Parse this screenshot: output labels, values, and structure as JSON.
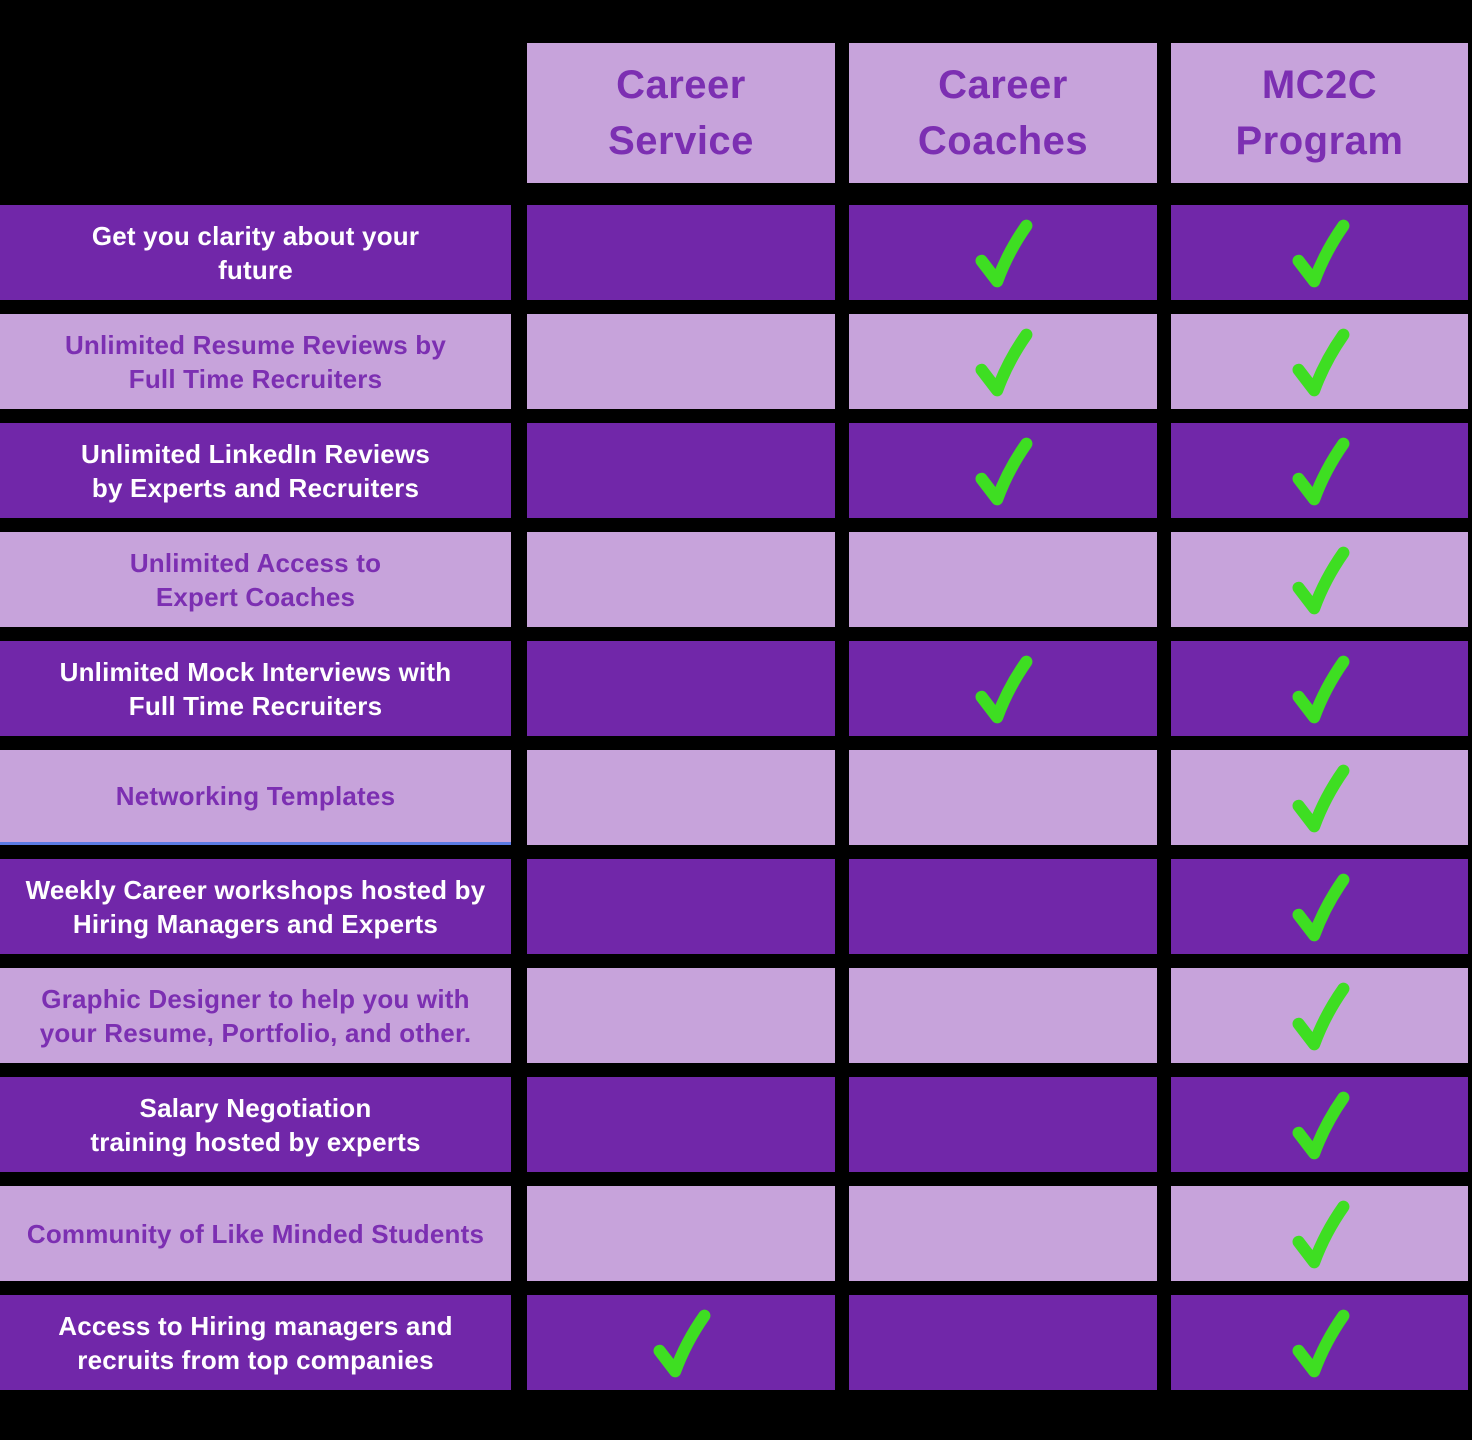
{
  "colors": {
    "page_bg": "#000000",
    "row_dark": "#7127A9",
    "row_light": "#C7A3DB",
    "header_bg": "#C7A3DB",
    "header_text": "#7C2FB2",
    "text_on_dark": "#FFFFFF",
    "check_green": "#3EDE22",
    "underline_blue": "#5B7BE3"
  },
  "chart_data": {
    "type": "table",
    "title": "",
    "legend": "green check = feature included",
    "columns": [
      {
        "id": "career-service",
        "title": "Career\nService"
      },
      {
        "id": "career-coaches",
        "title": "Career\nCoaches"
      },
      {
        "id": "mc2c-program",
        "title": "MC2C\nProgram"
      }
    ],
    "rows": [
      {
        "label": "Get you clarity about your\nfuture",
        "checks": [
          false,
          true,
          true
        ]
      },
      {
        "label": "Unlimited Resume Reviews by\nFull Time Recruiters",
        "checks": [
          false,
          true,
          true
        ]
      },
      {
        "label": "Unlimited LinkedIn Reviews\nby Experts and Recruiters",
        "checks": [
          false,
          true,
          true
        ]
      },
      {
        "label": "Unlimited Access to\nExpert Coaches",
        "checks": [
          false,
          false,
          true
        ]
      },
      {
        "label": "Unlimited Mock Interviews with\nFull Time Recruiters",
        "checks": [
          false,
          true,
          true
        ]
      },
      {
        "label": "Networking Templates",
        "checks": [
          false,
          false,
          true
        ],
        "underline": true
      },
      {
        "label": "Weekly Career workshops hosted by\nHiring Managers and Experts",
        "checks": [
          false,
          false,
          true
        ]
      },
      {
        "label": "Graphic Designer to help you with\nyour Resume, Portfolio, and other.",
        "checks": [
          false,
          false,
          true
        ]
      },
      {
        "label": "Salary Negotiation\ntraining hosted by experts",
        "checks": [
          false,
          false,
          true
        ]
      },
      {
        "label": "Community of Like Minded Students",
        "checks": [
          false,
          false,
          true
        ]
      },
      {
        "label": "Access to Hiring managers and\nrecruits from top companies",
        "checks": [
          true,
          false,
          true
        ]
      }
    ]
  }
}
